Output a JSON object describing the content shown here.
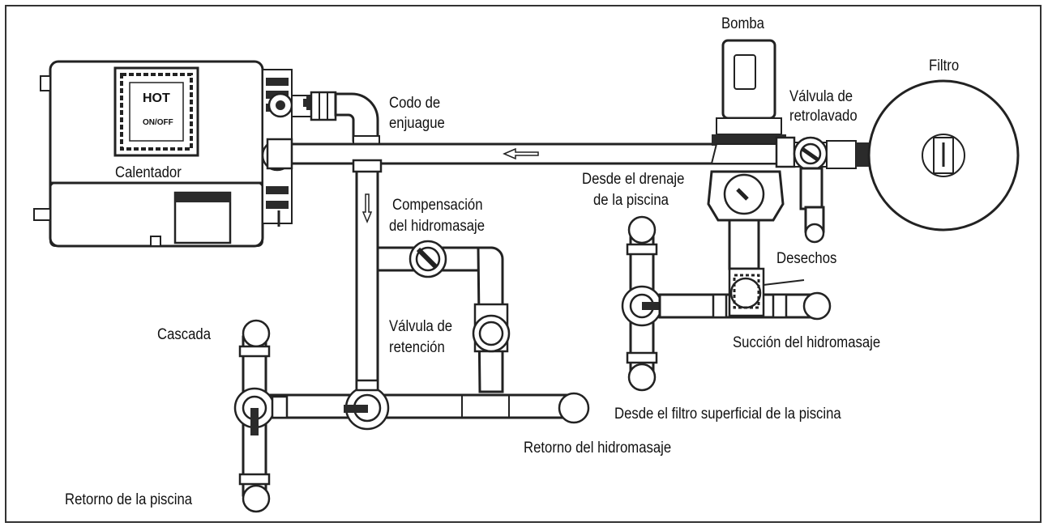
{
  "diagram": {
    "labels": {
      "bomba": "Bomba",
      "filtro": "Filtro",
      "valvula_retrolavado_1": "Válvula de",
      "valvula_retrolavado_2": "retrolavado",
      "codo_1": "Codo de",
      "codo_2": "enjuague",
      "calentador": "Calentador",
      "drenaje_1": "Desde el drenaje",
      "drenaje_2": "de la piscina",
      "compensacion_1": "Compensación",
      "compensacion_2": "del hidromasaje",
      "desechos": "Desechos",
      "cascada": "Cascada",
      "retencion_1": "Válvula de",
      "retencion_2": "retención",
      "succion": "Succión del hidromasaje",
      "filtro_superficial": "Desde el filtro superficial de la piscina",
      "retorno_hidromasaje": "Retorno del hidromasaje",
      "retorno_piscina": "Retorno de la piscina"
    },
    "heater_display": {
      "line1": "HOT",
      "line2": "ON/OFF"
    }
  }
}
